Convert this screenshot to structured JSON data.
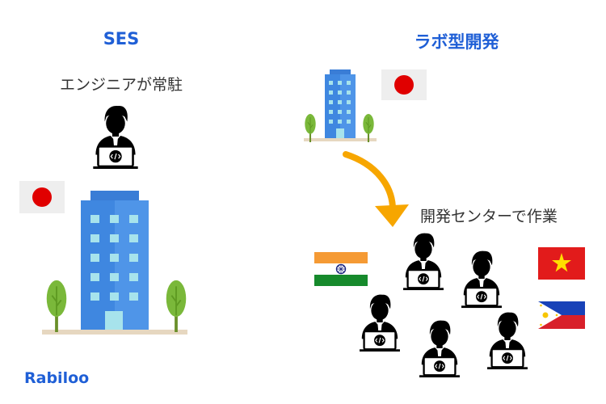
{
  "left": {
    "heading": "SES",
    "caption": "エンジニアが常駐"
  },
  "right": {
    "heading": "ラボ型開発",
    "caption": "開発センターで作業"
  },
  "brand": "Rabiloo",
  "icons": {
    "engineer": "engineer-laptop-icon",
    "building": "office-building-icon",
    "tree": "tree-icon",
    "arrow": "curved-arrow-icon"
  },
  "colors": {
    "heading": "#1f5fd6",
    "building": "#3f87e0",
    "tree": "#7ab83a",
    "arrow": "#f7a600",
    "jp_red": "#e00000"
  }
}
